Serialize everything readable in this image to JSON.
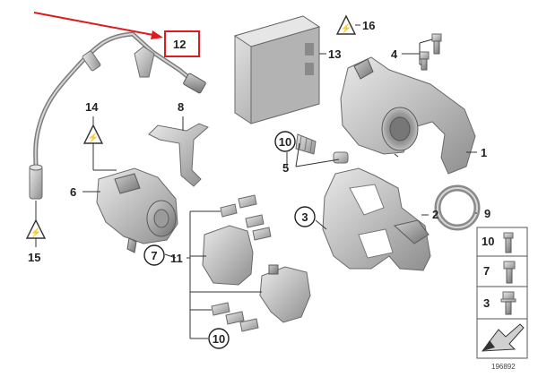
{
  "diagram": {
    "drawing_number": "196892",
    "callouts": {
      "c1": "1",
      "c2": "2",
      "c3": "3",
      "c4": "4",
      "c5": "5",
      "c6": "6",
      "c7": "7",
      "c8": "8",
      "c9": "9",
      "c10": "10",
      "c11": "11",
      "c12": "12",
      "c13": "13",
      "c14": "14",
      "c15": "15",
      "c16": "16",
      "c10b": "10"
    },
    "legend": {
      "l10": "10",
      "l7": "7",
      "l3": "3"
    },
    "colors": {
      "highlight": "#e0191e",
      "metal": "#c8c8c8",
      "line": "#333333"
    },
    "icons": [
      "warning-triangle-icon",
      "tool-arrow-icon"
    ]
  }
}
